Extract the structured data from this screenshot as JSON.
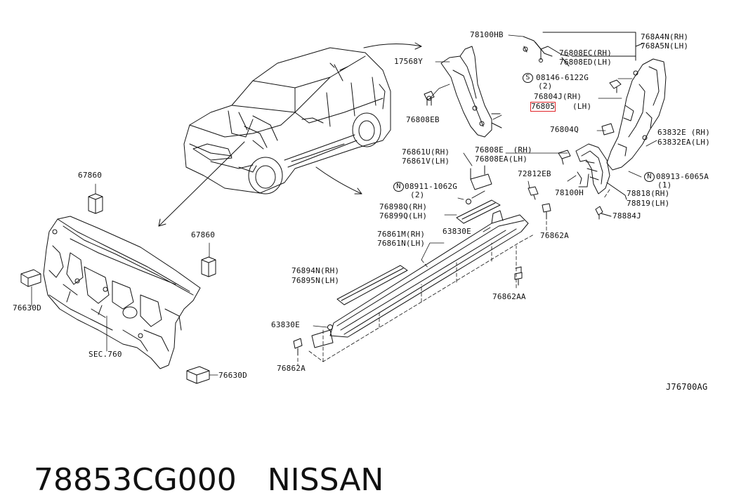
{
  "diagram": {
    "labels": {
      "p78100HB": "78100HB",
      "p768A4N": "768A4N(RH)",
      "p768A5N": "768A5N(LH)",
      "p76808EC": "76808EC(RH)",
      "p76808ED": "76808ED(LH)",
      "p17568Y": "17568Y",
      "p08146": "08146-6122G",
      "p08146q": "(2)",
      "p76804J": "76804J(RH)",
      "p76805": "76805",
      "p76805lh": "(LH)",
      "p76808EB": "76808EB",
      "p76804Q": "76804Q",
      "p63832E": "63832E (RH)",
      "p63832EA": "63832EA(LH)",
      "p76861U": "76861U(RH)",
      "p76861V": "76861V(LH)",
      "p76808E": "76808E  (RH)",
      "p76808EA": "76808EA(LH)",
      "p67860a": "67860",
      "p72812EB": "72812EB",
      "p08913": "08913-6065A",
      "p08913q": "(1)",
      "p08911": "08911-1062G",
      "p08911q": "(2)",
      "p78100H": "78100H",
      "p76898Q": "76898Q(RH)",
      "p76899Q": "76899Q(LH)",
      "p78818": "78818(RH)",
      "p78819": "78819(LH)",
      "p78884J": "78884J",
      "p63830Ea": "63830E",
      "p76862Aa": "76862A",
      "p76861M": "76861M(RH)",
      "p76861N": "76861N(LH)",
      "p67860b": "67860",
      "p76894N": "76894N(RH)",
      "p76895N": "76895N(LH)",
      "p76862AA": "76862AA",
      "p76630Da": "76630D",
      "p63830Eb": "63830E",
      "pSEC760": "SEC.760",
      "p76862Ab": "76862A",
      "p76630Db": "76630D",
      "sym_S": "S",
      "sym_N1": "N",
      "sym_N2": "N"
    },
    "sheet_code": "J76700AG"
  },
  "caption": {
    "part_number": "78853CG000",
    "brand": "NISSAN"
  },
  "colors": {
    "ink": "#111111",
    "highlight": "#e0262a",
    "background": "#ffffff"
  }
}
